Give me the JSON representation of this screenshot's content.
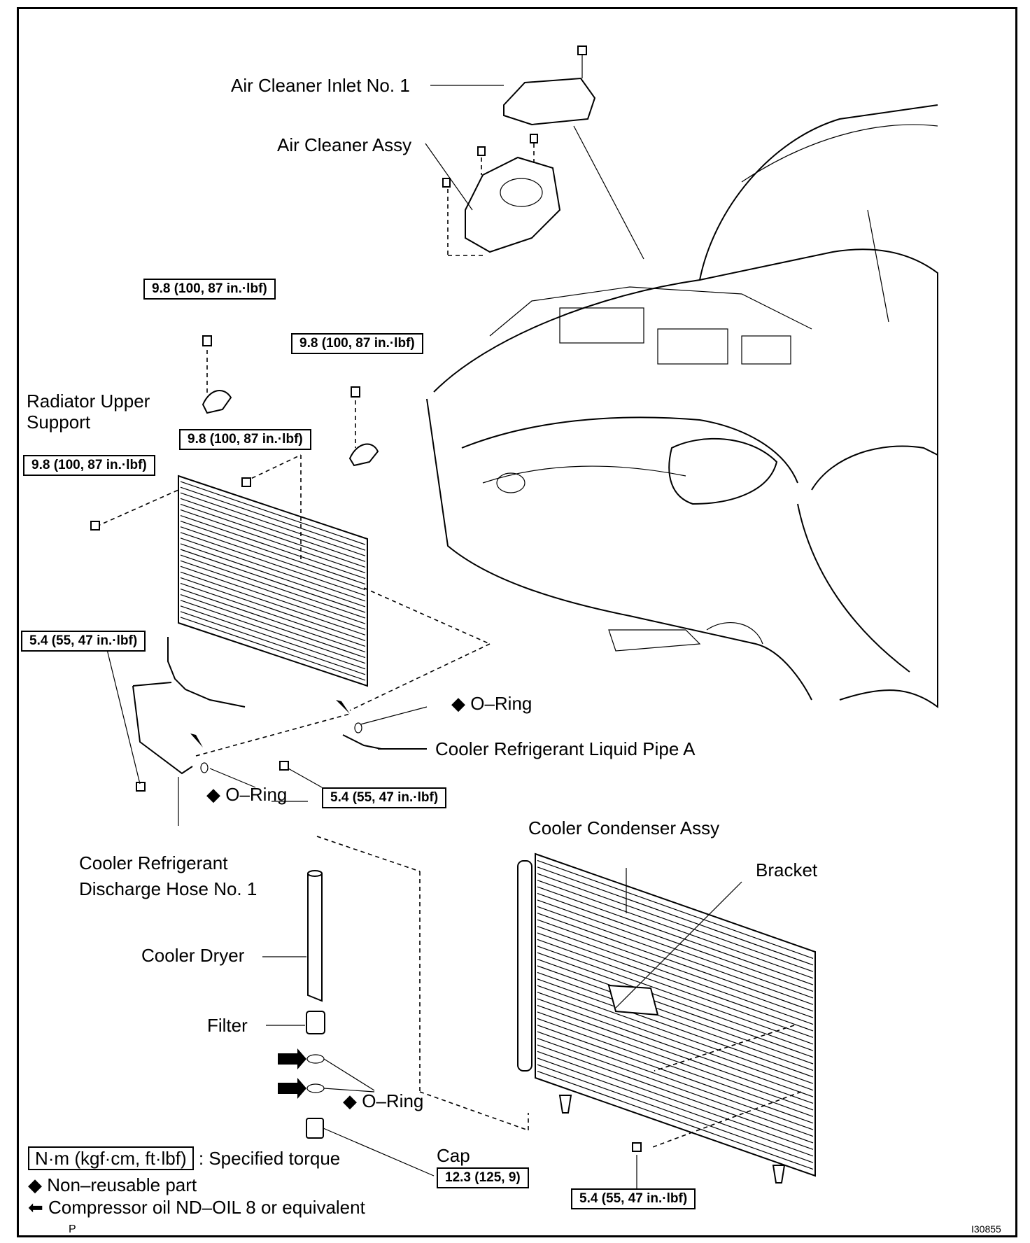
{
  "labels": {
    "air_cleaner_inlet": "Air Cleaner Inlet No. 1",
    "air_cleaner_assy": "Air Cleaner Assy",
    "radiator_upper_support": "Radiator Upper Support",
    "o_ring_top": "O–Ring",
    "cooler_liquid_pipe": "Cooler Refrigerant Liquid Pipe A",
    "o_ring_left": "O–Ring",
    "cooler_discharge_hose": "Cooler Refrigerant Discharge Hose No. 1",
    "cooler_condenser_assy": "Cooler Condenser Assy",
    "bracket": "Bracket",
    "cooler_dryer": "Cooler Dryer",
    "filter": "Filter",
    "o_ring_bottom": "O–Ring",
    "cap": "Cap"
  },
  "torques": {
    "upper_bolt_1": "9.8 (100, 87 in.·lbf)",
    "upper_bolt_2": "9.8 (100, 87 in.·lbf)",
    "condenser_bolt_right": "9.8 (100, 87 in.·lbf)",
    "condenser_bolt_left": "9.8 (100, 87 in.·lbf)",
    "hose_bolt": "5.4 (55, 47 in.·lbf)",
    "pipe_bolt": "5.4 (55, 47 in.·lbf)",
    "cap_torque": "12.3 (125, 9)",
    "lower_bolt": "5.4 (55, 47 in.·lbf)"
  },
  "legend": {
    "torque_unit": "N·m (kgf·cm, ft·lbf)",
    "torque_desc": ": Specified torque",
    "non_reusable": "◆ Non–reusable part",
    "compressor_oil": "Compressor oil ND–OIL 8 or equivalent",
    "footer_letter": "P"
  },
  "figure_id": "I30855",
  "colors": {
    "ink": "#000000",
    "paper": "#ffffff"
  }
}
